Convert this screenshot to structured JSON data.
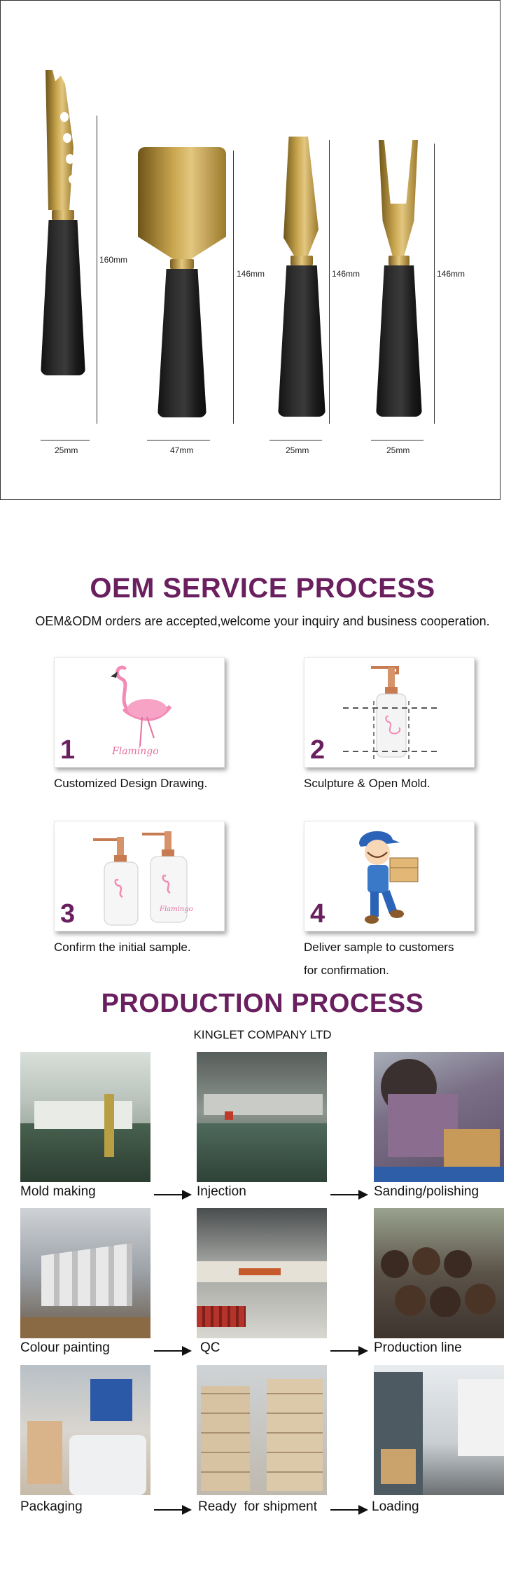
{
  "product": {
    "dimensions": [
      {
        "height": "160mm",
        "width": "25mm"
      },
      {
        "height": "146mm",
        "width": "47mm"
      },
      {
        "height": "146mm",
        "width": "25mm"
      },
      {
        "height": "146mm",
        "width": "25mm"
      }
    ]
  },
  "oem": {
    "title": "OEM SERVICE PROCESS",
    "subtitle": "OEM&ODM orders are accepted,welcome your inquiry and business cooperation.",
    "steps": [
      {
        "number": "1",
        "caption": "Customized Design Drawing.",
        "brand_text": "Flamingo"
      },
      {
        "number": "2",
        "caption": "Sculpture & Open Mold."
      },
      {
        "number": "3",
        "caption": "Confirm the initial sample.",
        "brand_text": "Flamingo"
      },
      {
        "number": "4",
        "caption_line1": "Deliver sample to customers",
        "caption_line2": "for confirmation."
      }
    ]
  },
  "production": {
    "title": "PRODUCTION PROCESS",
    "company": "KINGLET COMPANY LTD",
    "steps": [
      {
        "label": "Mold making"
      },
      {
        "label": "Injection"
      },
      {
        "label": "Sanding/polishing"
      },
      {
        "label": "Colour painting"
      },
      {
        "label": "QC"
      },
      {
        "label": "Production line"
      },
      {
        "label": "Packaging"
      },
      {
        "label": "Ready  for shipment"
      },
      {
        "label": "Loading"
      }
    ]
  },
  "colors": {
    "accent": "#6a1f5f",
    "gold": "#c9a64f",
    "marble": "#1e1e1e"
  }
}
